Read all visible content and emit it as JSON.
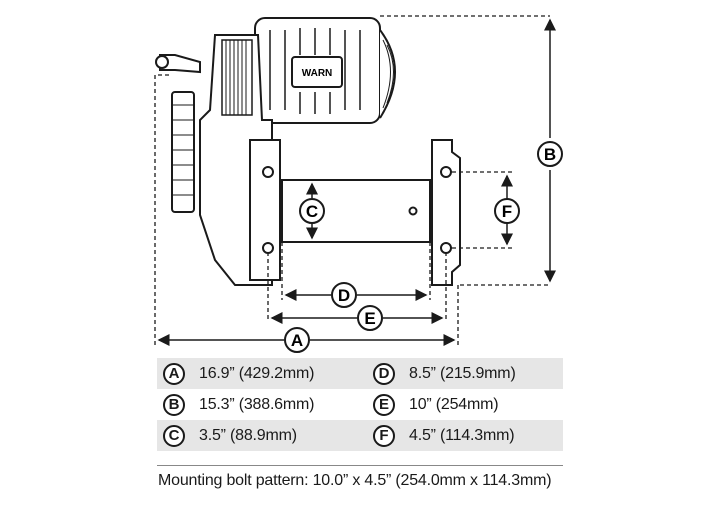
{
  "diagram": {
    "dimension_labels": [
      "A",
      "B",
      "C",
      "D",
      "E",
      "F"
    ],
    "logo_text": "WARN"
  },
  "specs": {
    "rows": [
      {
        "left": {
          "label": "A",
          "value": "16.9” (429.2mm)"
        },
        "right": {
          "label": "D",
          "value": "8.5” (215.9mm)"
        }
      },
      {
        "left": {
          "label": "B",
          "value": "15.3” (388.6mm)"
        },
        "right": {
          "label": "E",
          "value": "10” (254mm)"
        }
      },
      {
        "left": {
          "label": "C",
          "value": "3.5” (88.9mm)"
        },
        "right": {
          "label": "F",
          "value": "4.5” (114.3mm)"
        }
      }
    ]
  },
  "footer": {
    "text": "Mounting bolt pattern: 10.0” x 4.5” (254.0mm x 114.3mm)"
  }
}
